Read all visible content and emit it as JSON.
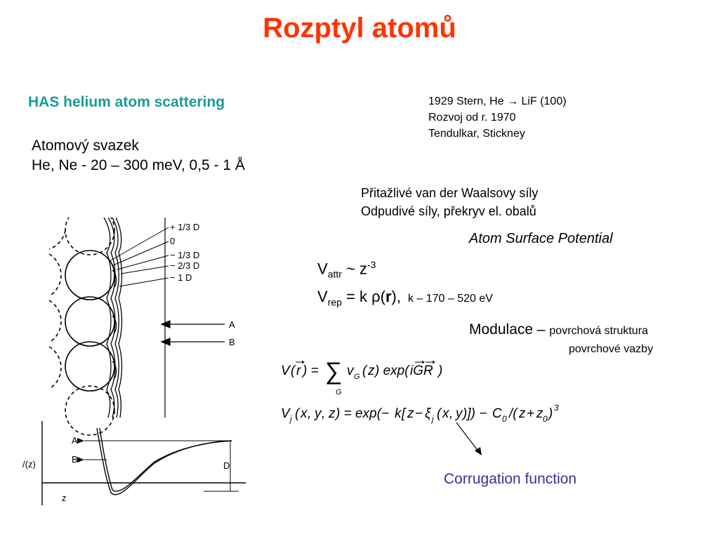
{
  "slide": {
    "title": "Rozptyl atomů",
    "subtitle": "HAS helium atom scattering",
    "history": [
      "1929 Stern, He → LiF (100)",
      "Rozvoj od r. 1970",
      "Tendulkar, Stickney"
    ],
    "beam": [
      "Atomový svazek",
      "He, Ne  - 20 – 300 meV, 0,5 - 1 Å"
    ],
    "forces": [
      "Přitažlivé van der Waalsovy síly",
      "Odpudivé síly, překryv el. obalů"
    ],
    "potential_heading": "Atom Surface Potential",
    "v_attr": {
      "v": "V",
      "sub": "attr",
      "rel": " ~ z",
      "sup": "-3"
    },
    "v_rep": {
      "v": "V",
      "sub": "rep",
      "rel": " = k ρ(",
      "bold": "r",
      "close": "),",
      "range": "k – 170 – 520 eV"
    },
    "modulace": {
      "label": "Modulace – ",
      "detail": "povrchová struktura",
      "detail2": "povrchové vazby"
    },
    "equation1": "V(r) = Σ_G v_G(z) exp(iGR)",
    "equation2": "V_j(x, y, z) = exp(−k[z − ξ_j(x, y)]) − C_0 /(z + z_0)^3",
    "corrugation": "Corrugation function"
  },
  "figure": {
    "contour_labels": [
      "+ 1/3 D",
      "0",
      "− 1/3 D",
      "− 2/3 D",
      "− 1  D"
    ],
    "beam_labels": [
      "A",
      "B"
    ],
    "potential_labels": {
      "A": "A",
      "B": "B",
      "D": "D",
      "vz": "/(z)",
      "z": "z"
    }
  }
}
